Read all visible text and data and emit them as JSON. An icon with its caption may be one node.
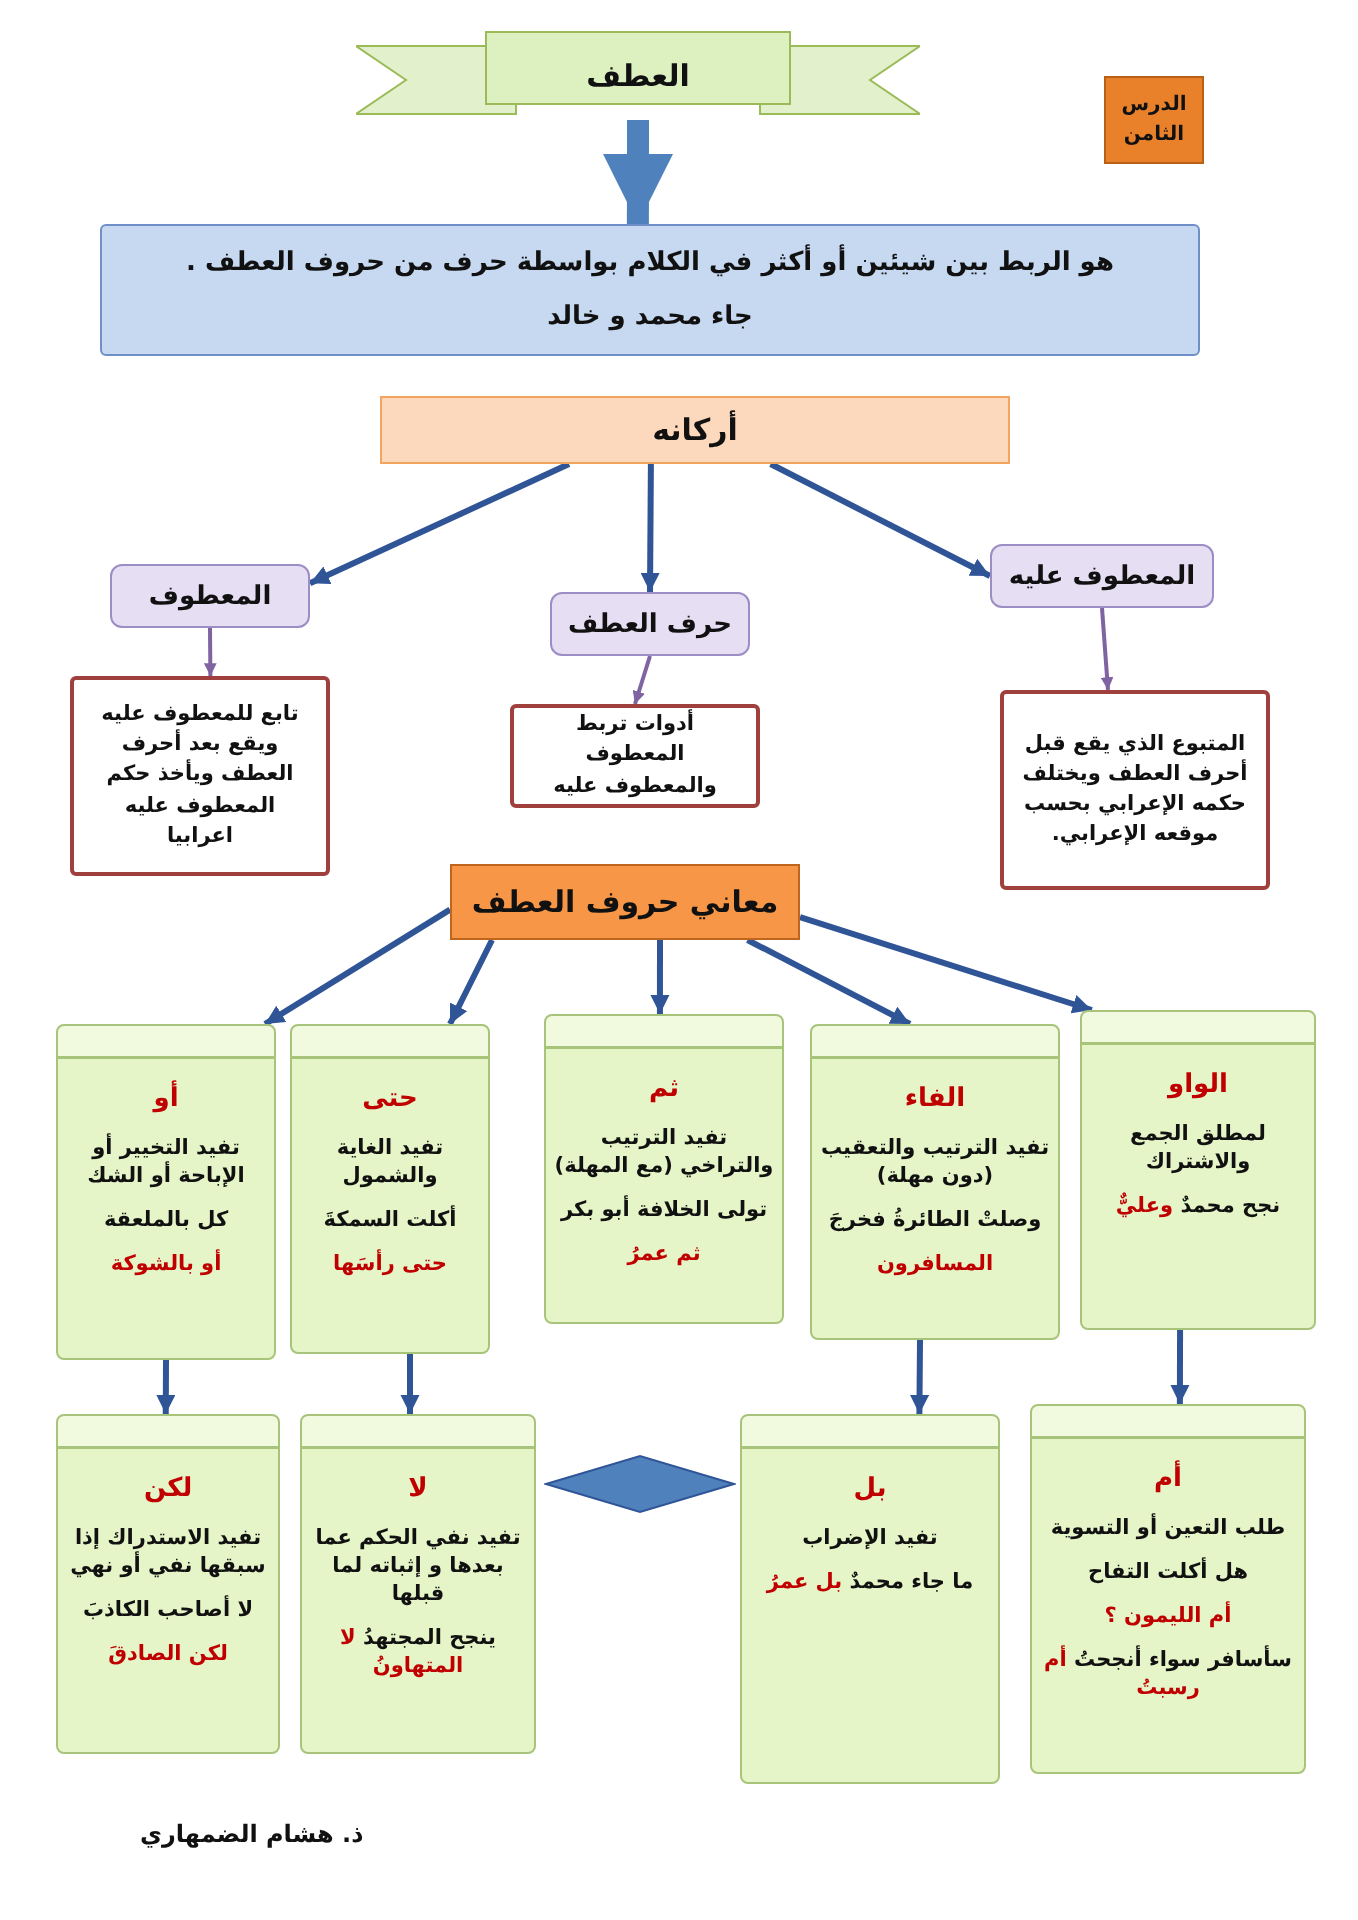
{
  "diagram": {
    "nodes": [
      {
        "text": [
          "العطف"
        ]
      },
      {
        "text": [
          "الدرس",
          "الثامن"
        ]
      },
      {
        "text": [
          "هو الربط بين شيئين أو أكثر في الكلام بواسطة حرف من حروف العطف .",
          "جاء محمد و خالد"
        ]
      },
      {
        "text": [
          "أركانه"
        ]
      },
      {
        "text": [
          "المعطوف"
        ]
      },
      {
        "text": [
          "حرف العطف"
        ]
      },
      {
        "text": [
          "المعطوف عليه"
        ]
      },
      {
        "text": [
          "تابع للمعطوف عليه ويقع بعد أحرف العطف ويأخذ حكم المعطوف عليه اعرابيا"
        ]
      },
      {
        "text": [
          "أدوات تربط المعطوف والمعطوف عليه"
        ]
      },
      {
        "text": [
          "المتبوع الذي يقع قبل أحرف العطف ويختلف حكمه الإعرابي بحسب موقعه الإعرابي."
        ]
      },
      {
        "text": [
          "معاني حروف العطف"
        ]
      },
      {
        "text": [
          "أو",
          "تفيد التخيير أو الإباحة أو الشك",
          "كل بالملعقة",
          "أو بالشوكة"
        ]
      },
      {
        "text": [
          "حتى",
          "تفيد الغاية والشمول",
          "أكلت السمكةَ",
          "حتى رأسَها"
        ]
      },
      {
        "text": [
          "ثم",
          "تفيد الترتيب والتراخي (مع المهلة)",
          "تولى الخلافة أبو بكر",
          "ثم عمرُ"
        ]
      },
      {
        "text": [
          "الفاء",
          "تفيد الترتيب والتعقيب (دون مهلة)",
          "وصلتْ الطائرةُ",
          "فخرجَ",
          "المسافرون"
        ]
      },
      {
        "text": [
          "الواو",
          "لمطلق الجمع والاشتراك",
          "نجح محمدٌ",
          "وعليٌّ"
        ]
      },
      {
        "text": [
          "لكن",
          "تفيد الاستدراك إذا سبقها نفي أو نهي",
          "لا أصاحب الكاذبَ",
          "لكن الصادقَ"
        ]
      },
      {
        "text": [
          "لا",
          "تفيد نفي الحكم عما بعدها و إثباته لما قبلها",
          "ينجح المجتهدُ",
          "لا المتهاونُ"
        ]
      },
      {
        "text": [],
        "shape": "diamond"
      },
      {
        "text": [
          "بل",
          "تفيد الإضراب",
          "ما جاء محمدٌ",
          "بل عمرُ"
        ]
      },
      {
        "text": [
          "أم",
          "طلب التعين أو التسوية",
          "هل أكلت التفاح",
          "أم الليمون ؟",
          "سأسافر سواء أنجحتُ",
          "أم رسبتُ"
        ]
      }
    ],
    "edges": [
      {
        "from": 0,
        "to": 2,
        "arrow": "to",
        "style": "thick",
        "color": "#4f81bd"
      },
      {
        "from": 3,
        "to": 4,
        "arrow": "to"
      },
      {
        "from": 3,
        "to": 5,
        "arrow": "to"
      },
      {
        "from": 3,
        "to": 6,
        "arrow": "to"
      },
      {
        "from": 4,
        "to": 7,
        "arrow": "to",
        "color": "#8064a2"
      },
      {
        "from": 5,
        "to": 8,
        "arrow": "to",
        "color": "#8064a2"
      },
      {
        "from": 6,
        "to": 9,
        "arrow": "to",
        "color": "#8064a2"
      },
      {
        "from": 10,
        "to": 11,
        "arrow": "to"
      },
      {
        "from": 10,
        "to": 12,
        "arrow": "to"
      },
      {
        "from": 10,
        "to": 13,
        "arrow": "to"
      },
      {
        "from": 10,
        "to": 14,
        "arrow": "to"
      },
      {
        "from": 10,
        "to": 15,
        "arrow": "to"
      },
      {
        "from": 11,
        "to": 16,
        "arrow": "to"
      },
      {
        "from": 12,
        "to": 17,
        "arrow": "to"
      },
      {
        "from": 14,
        "to": 19,
        "arrow": "to"
      },
      {
        "from": 15,
        "to": 20,
        "arrow": "to"
      }
    ],
    "labels": [
      "ذ. هشام الضمهاري"
    ]
  }
}
